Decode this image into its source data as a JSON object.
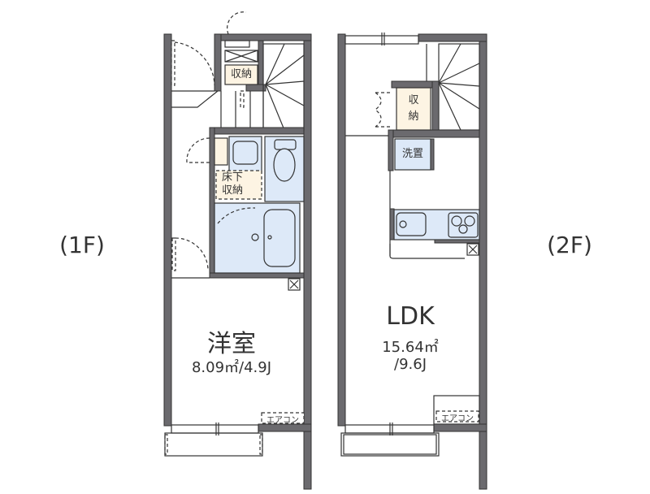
{
  "floors": [
    {
      "label": "(1F)",
      "rooms": [
        {
          "name": "洋室",
          "area": "8.09㎡/4.9J"
        }
      ],
      "fixtures": {
        "storage": "収納",
        "underfloor_storage_line1": "床下",
        "underfloor_storage_line2": "収納",
        "aircon": "エアコン"
      }
    },
    {
      "label": "(2F)",
      "rooms": [
        {
          "name": "LDK",
          "area_line1": "15.64㎡",
          "area_line2": "/9.6J"
        }
      ],
      "fixtures": {
        "storage_line1": "収",
        "storage_line2": "納",
        "washer": "洗置",
        "aircon": "エアコン"
      }
    }
  ],
  "colors": {
    "wall": "#6b6a6e",
    "wet_area": "#dde9f8",
    "storage": "#fdf4e3",
    "line": "#333333"
  }
}
